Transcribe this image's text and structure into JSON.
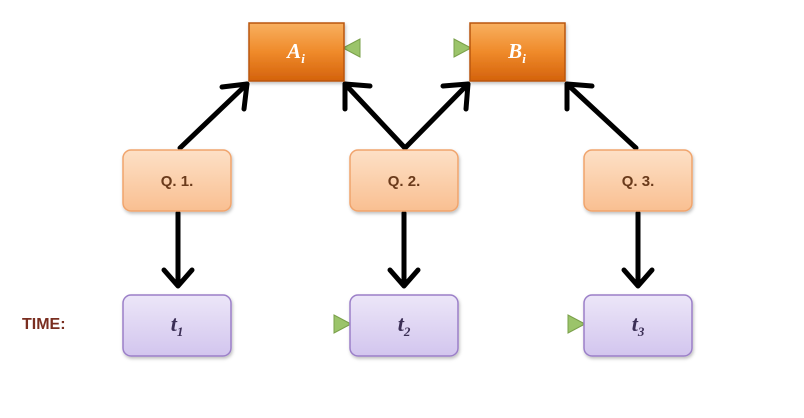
{
  "nodes": {
    "a": {
      "base": "A",
      "sub": "i"
    },
    "b": {
      "base": "B",
      "sub": "i"
    },
    "q1": {
      "label": "Q. 1."
    },
    "q2": {
      "label": "Q. 2."
    },
    "q3": {
      "label": "Q. 3."
    },
    "t1": {
      "base": "t",
      "sub": "1"
    },
    "t2": {
      "base": "t",
      "sub": "2"
    },
    "t3": {
      "base": "t",
      "sub": "3"
    }
  },
  "time_label": "TIME:",
  "colors": {
    "orange_top": "#f6a14a",
    "orange_bottom": "#d9660e",
    "peach_fill": "#fbc8a0",
    "peach_border": "#f0a46c",
    "lavender_fill": "#d9cdf0",
    "lavender_border": "#9b7fc8",
    "green_arrow": "#9bc46a",
    "black_arrow": "#000000"
  }
}
